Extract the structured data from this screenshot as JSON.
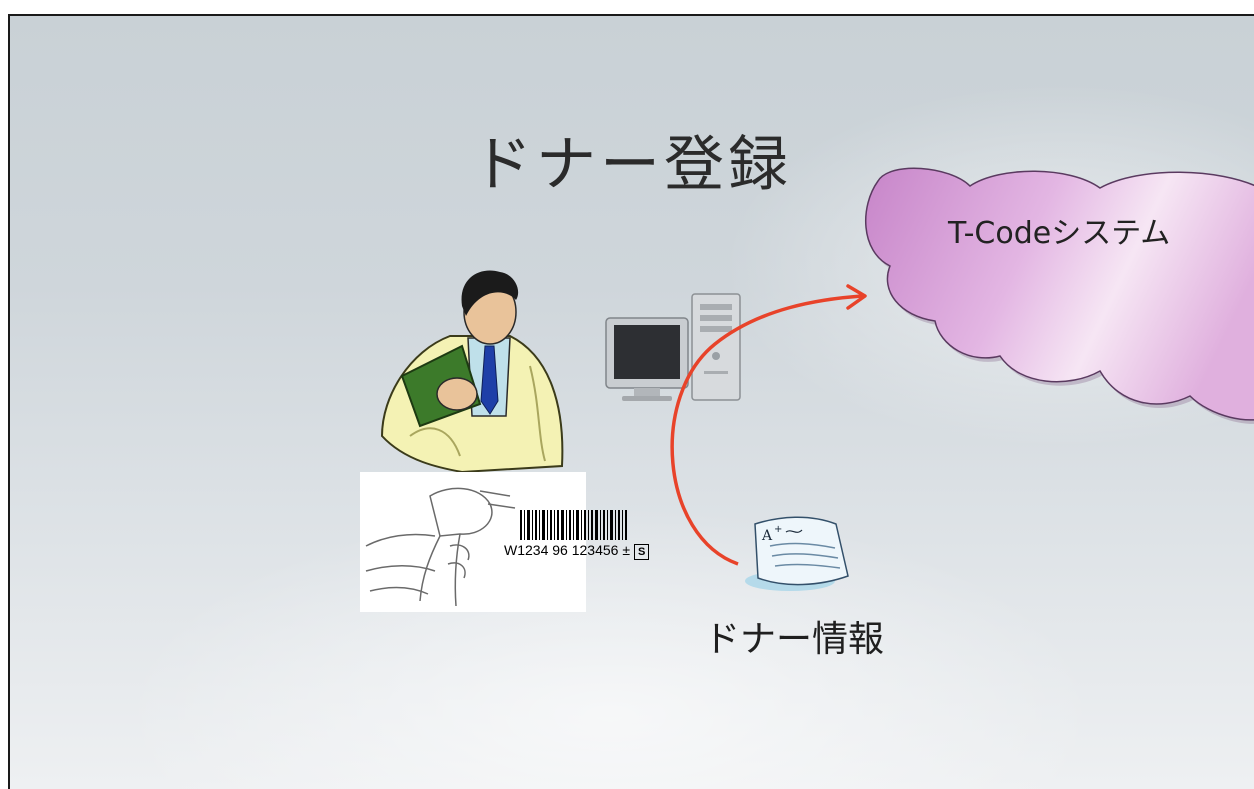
{
  "slide": {
    "title": "ドナー登録",
    "cloud_label": "T-Codeシステム",
    "donor_info_label": "ドナー情報",
    "barcode_text": "W1234 96 123456 ±",
    "barcode_flag": "S"
  },
  "colors": {
    "arrow": "#e8432a",
    "cloud_fill": "#dca6de",
    "cloud_shadow": "#8a6a90"
  },
  "icons": [
    "doctor-icon",
    "computer-icon",
    "barcode-scanner-icon",
    "document-icon",
    "cloud-icon"
  ]
}
